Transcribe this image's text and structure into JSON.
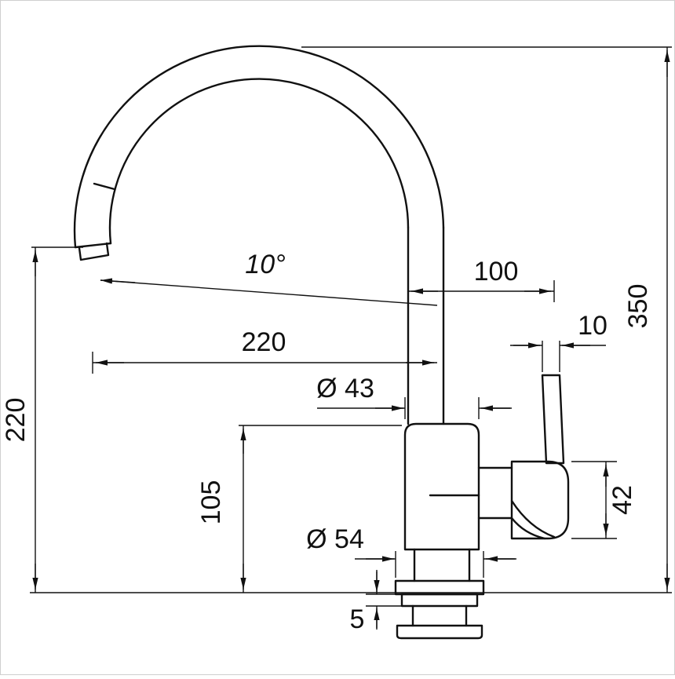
{
  "canvas": {
    "background": "#ffffff",
    "line_color": "#111111",
    "border_color": "#cfcfcf"
  },
  "drawing": {
    "labels": {
      "angle": "10°",
      "offset_top": "100",
      "reach": "220",
      "handle_width": "10",
      "overall_height": "350",
      "spout_height": "220",
      "body_diameter": "Ø 43",
      "body_height": "105",
      "base_diameter": "Ø 54",
      "handle_height": "42",
      "plate_thickness": "5"
    }
  }
}
